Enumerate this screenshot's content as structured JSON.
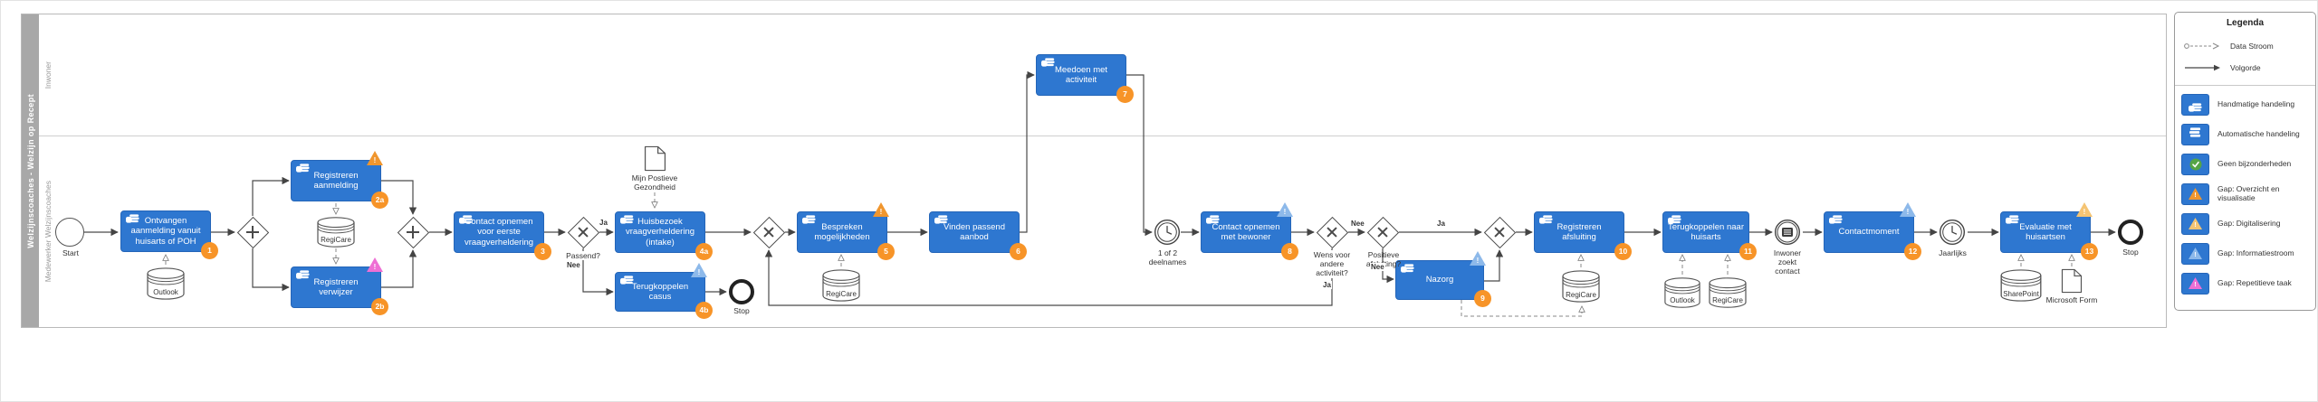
{
  "pool": {
    "title": "Welzijnscoaches - Welzijn op Recept",
    "lanes": [
      {
        "label": "Inwoner"
      },
      {
        "label": "Medewerker Welzijnscoaches"
      }
    ]
  },
  "events": {
    "start": {
      "label": "Start"
    },
    "stop_casus": {
      "label": "Stop"
    },
    "timer_deelnames": {
      "label": "1 of 2 deelnames"
    },
    "inwoner_contact": {
      "label": "Inwoner zoekt contact"
    },
    "timer_jaarlijks": {
      "label": "Jaarlijks"
    },
    "stop_eind": {
      "label": "Stop"
    }
  },
  "tasks": {
    "t1": {
      "label": "Ontvangen aanmelding vanuit huisarts of POH",
      "badge": "1"
    },
    "t2a": {
      "label": "Registreren aanmelding",
      "badge": "2a",
      "gap": "Gap: Overzicht en visualisatie"
    },
    "t2b": {
      "label": "Registreren verwijzer",
      "badge": "2b",
      "gap": "Gap: Repetitieve taak"
    },
    "t3": {
      "label": "Contact opnemen voor eerste vraagverheldering",
      "badge": "3"
    },
    "t4a": {
      "label": "Huisbezoek vraagverheldering (intake)",
      "badge": "4a"
    },
    "t4b": {
      "label": "Terugkoppelen casus",
      "badge": "4b",
      "gap": "Gap: Informatiestroom"
    },
    "t5": {
      "label": "Bespreken mogelijkheden",
      "badge": "5",
      "gap": "Gap: Overzicht en visualisatie"
    },
    "t6": {
      "label": "Vinden passend aanbod",
      "badge": "6"
    },
    "t7": {
      "label": "Meedoen met activiteit",
      "badge": "7"
    },
    "t8": {
      "label": "Contact opnemen met bewoner",
      "badge": "8",
      "gap": "Gap: Informatiestroom"
    },
    "t9": {
      "label": "Nazorg",
      "badge": "9",
      "gap": "Gap: Informatiestroom"
    },
    "t10": {
      "label": "Registreren afsluiting",
      "badge": "10"
    },
    "t11": {
      "label": "Terugkoppelen naar huisarts",
      "badge": "11"
    },
    "t12": {
      "label": "Contactmoment",
      "badge": "12",
      "gap": "Gap: Informatiestroom"
    },
    "t13": {
      "label": "Evaluatie met huisartsen",
      "badge": "13",
      "gap": "Gap: Digitalisering"
    }
  },
  "gateways": {
    "passend": {
      "label": "Passend?"
    },
    "wens": {
      "label": "Wens voor andere activiteit?"
    },
    "positief": {
      "label": "Positieve afsluiting?"
    }
  },
  "flow_labels": {
    "ja": "Ja",
    "nee": "Nee"
  },
  "datastores": {
    "outlook": "Outlook",
    "regicare": "RegiCare",
    "sharepoint": "SharePoint"
  },
  "documents": {
    "mpg": "Mijn Postieve Gezondheid",
    "msform": "Microsoft Form"
  },
  "legend": {
    "title": "Legenda",
    "flows": [
      {
        "label": "Data Stroom"
      },
      {
        "label": "Volgorde"
      }
    ],
    "items": [
      {
        "label": "Handmatige handeling"
      },
      {
        "label": "Automatische handeling"
      },
      {
        "label": "Geen bijzonderheden"
      },
      {
        "label": "Gap: Overzicht en visualisatie"
      },
      {
        "label": "Gap: Digitalisering"
      },
      {
        "label": "Gap: Informatiestroom"
      },
      {
        "label": "Gap: Repetitieve taak"
      }
    ]
  },
  "colors": {
    "task_blue": "#2e77d0",
    "badge_orange": "#f79428",
    "gap_overzicht": "#f0962e",
    "gap_digitalisering": "#f5c473",
    "gap_informatiestroom": "#8db9ea",
    "gap_repetitief": "#ee6fd4",
    "check_green": "#55a546",
    "pool_gray": "#a8a8a8"
  }
}
